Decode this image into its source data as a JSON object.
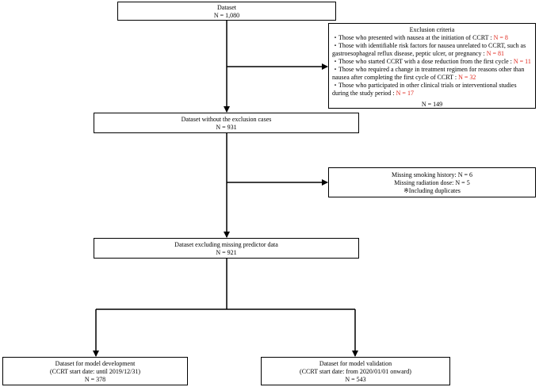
{
  "boxes": {
    "dataset": {
      "title": "Dataset",
      "n": "N = 1,080"
    },
    "exclusion": {
      "title": "Exclusion criteria",
      "items": [
        {
          "text": "・Those who presented with nausea at the initiation of CCRT : ",
          "n": "N = 8"
        },
        {
          "text": "・Those with identifiable risk factors for nausea unrelated to CCRT, such as gastroesophageal reflux disease, peptic ulcer, or pregnancy : ",
          "n": "N = 81"
        },
        {
          "text": "・Those who started CCRT with a dose reduction from the first cycle : ",
          "n": "N = 11"
        },
        {
          "text": "・Those who required a change in treatment regimen for reasons other than nausea after completing the first cycle of CCRT : ",
          "n": "N = 32"
        },
        {
          "text": "・Those who participated in other clinical trials or interventional studies during the study period : ",
          "n": "N = 17"
        }
      ],
      "total": "N = 149"
    },
    "without_exclusion": {
      "title": "Dataset without the exclusion cases",
      "n": "N = 931"
    },
    "missing": {
      "line1": "Missing smoking history: N = 6",
      "line2": "Missing radiation dose: N = 5",
      "line3": "※Including duplicates"
    },
    "excluding_missing": {
      "title": "Dataset excluding missing predictor data",
      "n": "N = 921"
    },
    "development": {
      "title": "Dataset for model development",
      "sub": "(CCRT start date: until 2019/12/31)",
      "n": "N = 378"
    },
    "validation": {
      "title": "Dataset for model validation",
      "sub": "(CCRT start date: from 2020/01/01 onward)",
      "n": "N = 543"
    }
  },
  "colors": {
    "highlight": "#e0261b",
    "line": "#000000"
  }
}
